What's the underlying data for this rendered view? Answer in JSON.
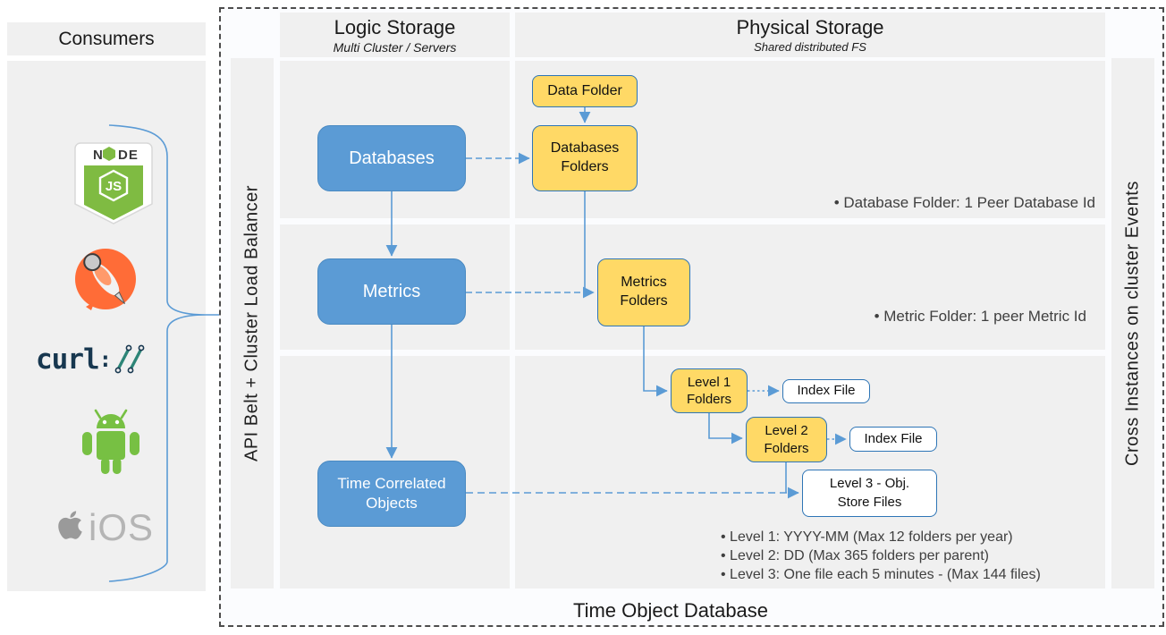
{
  "consumers": {
    "title": "Consumers",
    "node_badge": {
      "pre": "N",
      "post": "DE",
      "js": "JS"
    },
    "curl": {
      "text": "curl",
      "colon": ":"
    },
    "ios_text": "iOS"
  },
  "belt_label": "API Belt + Cluster Load Balancer",
  "right_label": "Cross Instances on cluster Events",
  "bottom_label": "Time Object Database",
  "columns": {
    "logic": {
      "title": "Logic Storage",
      "subtitle": "Multi Cluster / Servers"
    },
    "physical": {
      "title": "Physical Storage",
      "subtitle": "Shared distributed FS"
    }
  },
  "nodes": {
    "databases": "Databases",
    "metrics": "Metrics",
    "time_correlated": "Time Correlated Objects",
    "data_folder": "Data Folder",
    "databases_folders": "Databases Folders",
    "metrics_folders": "Metrics Folders",
    "level1_folders": "Level 1 Folders",
    "level2_folders": "Level 2 Folders",
    "index_file_1": "Index File",
    "index_file_2": "Index File",
    "level3_line1": "Level 3  - Obj.",
    "level3_line2": "Store Files"
  },
  "annotations": {
    "database_folder": "• Database Folder: 1 Peer Database Id",
    "metric_folder": "• Metric Folder: 1 peer Metric Id",
    "levels": [
      "• Level 1: YYYY-MM (Max 12 folders per year)",
      "• Level 2: DD (Max 365 folders per parent)",
      "• Level 3: One file each 5 minutes - (Max 144 files)"
    ]
  },
  "colors": {
    "logic_node_blue": "#5b9bd5",
    "folder_yellow": "#ffd966",
    "box_border_blue": "#2e75b6",
    "arrow_blue": "#5b9bd5",
    "panel_gray": "#f0f0f0",
    "node_green": "#7fbb42",
    "postman_orange": "#ff6c37",
    "android_green": "#77c043",
    "curl_navy": "#17374f",
    "curl_teal": "#2d8577",
    "ios_gray": "#9a9a9a"
  }
}
